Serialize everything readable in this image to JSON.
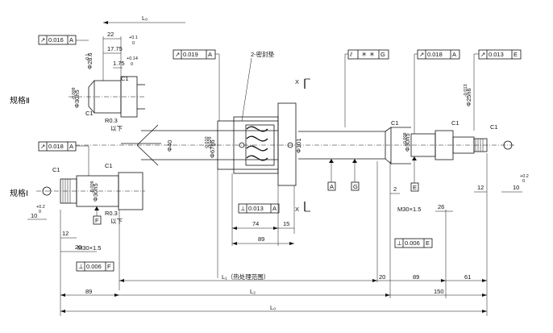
{
  "specs": {
    "spec1": "规格Ⅰ",
    "spec2": "规格Ⅱ"
  },
  "section": {
    "x_top": "X",
    "x_bottom": "X"
  },
  "gdt": {
    "f1": {
      "sym": "↗",
      "val": "0.016",
      "ref": "A"
    },
    "f2": {
      "sym": "↗",
      "val": "0.019",
      "ref": "A"
    },
    "f3": {
      "sym": "⫽",
      "val": "＊ ＊",
      "ref": "G"
    },
    "f4": {
      "sym": "↗",
      "val": "0.018",
      "ref": "A"
    },
    "f5": {
      "sym": "↗",
      "val": "0.013",
      "ref": "E"
    },
    "f6": {
      "sym": "↗",
      "val": "0.018",
      "ref": "A"
    },
    "f7": {
      "sym": "⊥",
      "val": "0.013",
      "ref": "A"
    },
    "f8": {
      "sym": "⊥",
      "val": "0.006",
      "ref": "E"
    },
    "f9": {
      "sym": "⊥",
      "val": "0.006",
      "ref": "F"
    }
  },
  "datums": {
    "a": "A",
    "g": "G",
    "e": "E",
    "f": "F"
  },
  "dims": {
    "l0": "L₀",
    "d22": "22",
    "d1775": "17.75",
    "d175": "1.75",
    "tol_p01": "+0.1",
    "tol_p014": "+0.14",
    "tol_p02": "+0.2",
    "tol_0": "0",
    "d74": "74",
    "d15": "15",
    "d89_nut": "89",
    "l1": "L₁（热处理范围）",
    "d20": "20",
    "d89_right": "89",
    "d61": "61",
    "d89_left": "89",
    "l2": "L₂",
    "d150": "150",
    "l0_bottom": "L₀",
    "d12_left": "12",
    "d26_left": "26",
    "d10_left": "10",
    "d2": "2",
    "d26_right": "26",
    "d12_right": "12",
    "d10_right": "10"
  },
  "labels": {
    "seal": "2-密封垫",
    "phi40": "Φ40",
    "phi67g6": "Φ67g6",
    "tol_010": "-0.010",
    "tol_029": "-0.029",
    "phi101": "Φ101",
    "phi30h5": "Φ30h5",
    "tol_0009": "-0.009",
    "phi25h6": "Φ25h6",
    "tol_0013": "-0.013",
    "phi286": "Φ28.6",
    "tol_01": "-0.1",
    "c1": "C1",
    "r03": "R0.3",
    "below": "以下",
    "m30_left": "M30×1.5",
    "m30_right": "M30×1.5"
  }
}
